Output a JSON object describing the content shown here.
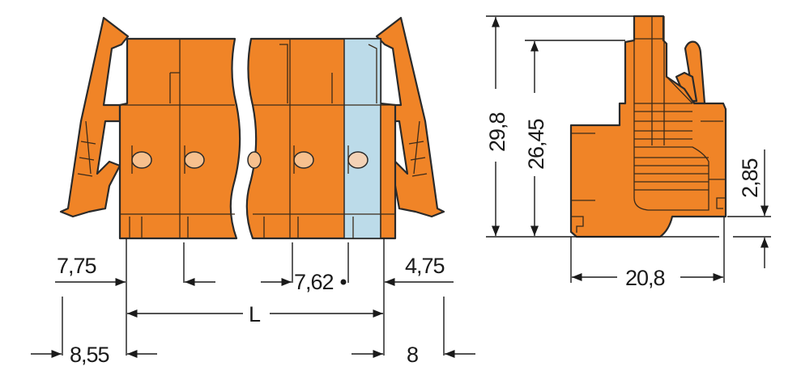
{
  "colors": {
    "housing": "#f08427",
    "highlight_module": "#bcdbe9",
    "line": "#1a1a1a"
  },
  "front_view": {
    "dims": {
      "left_latch": "7,75",
      "pitch": "7,62",
      "right_latch": "4,75",
      "length": "L",
      "left_total": "8,55",
      "right_total": "8"
    }
  },
  "side_view": {
    "dims": {
      "height_total": "29,8",
      "height_body": "26,45",
      "offset": "2,85",
      "depth": "20,8"
    }
  }
}
